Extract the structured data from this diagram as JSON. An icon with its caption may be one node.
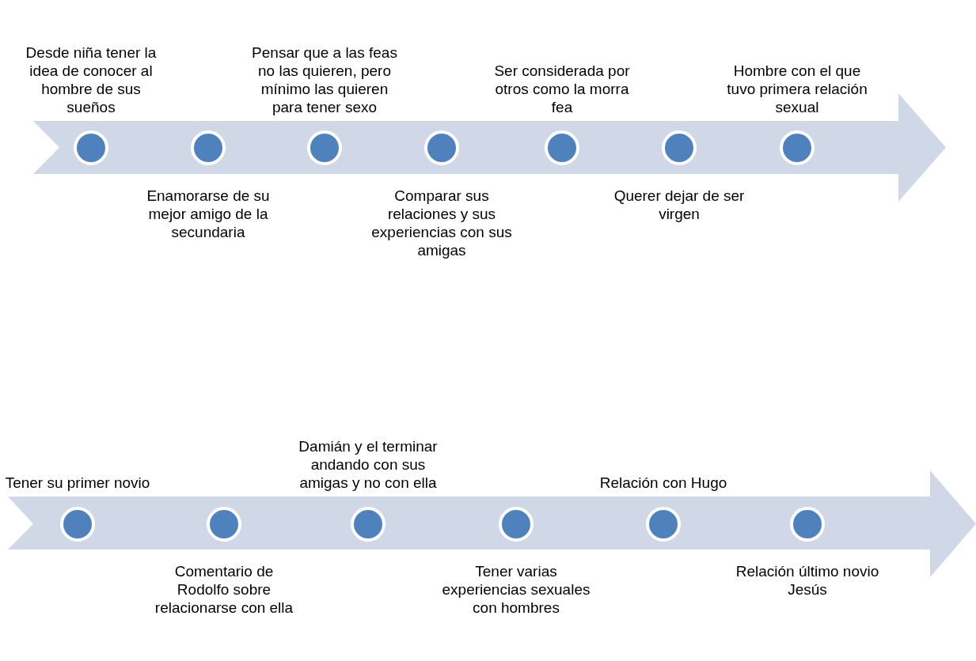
{
  "diagram": {
    "nodes": [
      {
        "text": [],
        "shape": "arrow"
      },
      {
        "text": [],
        "shape": "circle",
        "in": 0,
        "beside": [
          "Desde niña tener la idea de conocer al hombre de sus sueños"
        ]
      },
      {
        "text": [],
        "shape": "circle",
        "in": 0,
        "beside": [
          "Enamorarse de su mejor amigo de la secundaria"
        ]
      },
      {
        "text": [],
        "shape": "circle",
        "in": 0,
        "beside": [
          "Pensar que a las feas no las quieren, pero mínimo las quieren para tener sexo"
        ]
      },
      {
        "text": [],
        "shape": "circle",
        "in": 0,
        "beside": [
          "Comparar sus relaciones y sus experiencias con sus amigas"
        ]
      },
      {
        "text": [],
        "shape": "circle",
        "in": 0,
        "beside": [
          "Ser considerada por otros como la morra fea"
        ]
      },
      {
        "text": [],
        "shape": "circle",
        "in": 0,
        "beside": [
          "Querer dejar de ser virgen"
        ]
      },
      {
        "text": [],
        "shape": "circle",
        "in": 0,
        "beside": [
          "Hombre con el que tuvo primera relación sexual"
        ]
      },
      {
        "text": [],
        "shape": "arrow"
      },
      {
        "text": [],
        "shape": "circle",
        "in": 8,
        "beside": [
          "Tener su primer novio"
        ]
      },
      {
        "text": [],
        "shape": "circle",
        "in": 8,
        "beside": [
          "Comentario de Rodolfo sobre relacionarse con ella"
        ]
      },
      {
        "text": [],
        "shape": "circle",
        "in": 8,
        "beside": [
          "Damián y el terminar andando con sus amigas y no con ella"
        ]
      },
      {
        "text": [],
        "shape": "circle",
        "in": 8,
        "beside": [
          "Tener varias experiencias sexuales con hombres"
        ]
      },
      {
        "text": [],
        "shape": "circle",
        "in": 8,
        "beside": [
          "Relación con Hugo"
        ]
      },
      {
        "text": [],
        "shape": "circle",
        "in": 8,
        "beside": [
          "Relación último novio Jesús"
        ]
      }
    ]
  }
}
